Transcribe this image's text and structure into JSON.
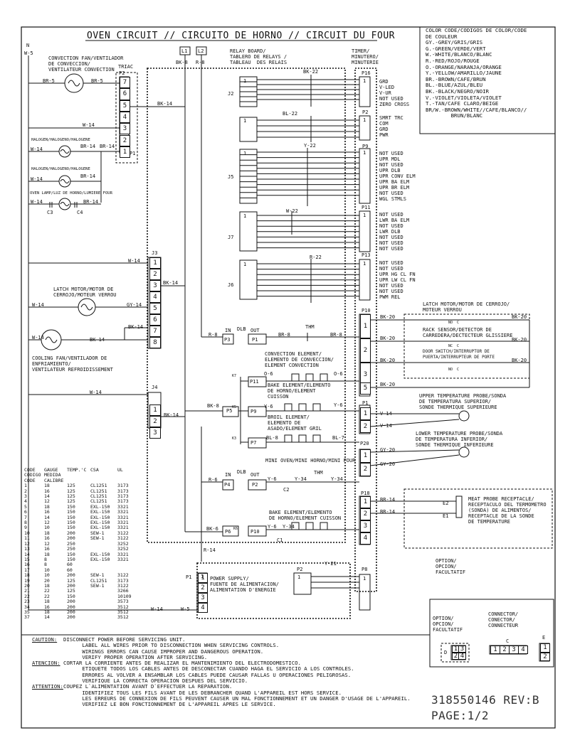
{
  "title": "OVEN CIRCUIT // CIRCUITO DE HORNO // CIRCUIT DU FOUR",
  "color_legend": [
    "COLOR CODE/CODIGOS DE COLOR/CODE",
    "DE COULEUR",
    "GY.-GREY/GRIS/GRIS",
    "G.-GREEN/VERDE/VERT",
    "W.-WHITE/BLANCO/BLANC",
    "R.-RED/ROJO/ROUGE",
    "O.-ORANGE/NARANJA/ORANGE",
    "Y.-YELLOW/AMARILLO/JAUNE",
    "BR.-BROWN/CAFE/BRUN",
    "BL.-BLUE/AZUL/BLEU",
    "BK.-BLACK/NEGRO/NOIR",
    "V.-VIOLET/VIOLETA/VIOLET",
    "T.-TAN/CAFE CLARO/BEIGE",
    "BR/W.-BROWN/WHITE//CAFE/BLANCO//",
    "        BRUN/BLANC"
  ],
  "labels": {
    "n": "N",
    "w5": "W-5",
    "triac": "TRIAC",
    "p2": "P2",
    "p1": "P1",
    "conv_fan": "CONVECTION FAN/VENTILADOR\nDE CONVECCION/\nVENTILATEUR CONVECTION",
    "halogen1": "HALOGEN/HALOGENO/HALOGENE",
    "halogen2": "HALOGEN/HALOGENO/HALOGENE",
    "oven_lamp": "OVEN LAMP/LUZ DE HORNO/LUMIERE FOUR",
    "c3": "C3",
    "c4": "C4",
    "l1": "L1",
    "l2": "L2",
    "bk8_top": "BK-8",
    "r8_top": "R-8",
    "relay_board": "RELAY BOARD/\nTABLERO DE RELAYS /\nTABLEAU  DES RELAIS",
    "timer": "TIMER/\nMINUTERO/\nMINUTERIE",
    "j2": "J2",
    "j5": "J5",
    "j7": "J7",
    "j6": "J6",
    "j3": "J3",
    "j4": "J4",
    "bk22": "BK-22",
    "bl22": "BL-22",
    "y22": "Y-22",
    "w22": "W-22",
    "r22": "R-22",
    "p16": "P16",
    "p2r": "P2",
    "p9": "P9",
    "p11": "P11",
    "p13": "P13",
    "p10": "P10",
    "p1r": "P1",
    "p20": "P20",
    "p18": "P18",
    "p8": "P8",
    "p16_pins": "GRD\nV-LED\nV-UR\nNOT USED\nZERO CROSS",
    "p2_pins": "SMRT TRC\nCOM\nGRD\nPWR",
    "p9_pins": "NOT USED\nUPR MDL\nNOT USED\nUPR DLB\nUPR CONV ELM\nUPR BA ELM\nUPR BR ELM\nNOT USED\nWGL STMLS",
    "p11_pins": "NOT USED\nLWR BA ELM\nNOT USED\nLWR DLB\nNOT USED\nNOT USED\nNOT USED",
    "p13_pins": "NOT USED\nNOT USED\nUPR HG CL FN\nUPR LW CL FN\nNOT USED\nNOT USED\nPWM REL",
    "bk14_p2": "BK-14",
    "w14_mid": "W-14",
    "w14_a": "W-14",
    "br14_a": "BR-14",
    "br14_b": "BR-14",
    "w14_b": "W-14",
    "br14_c": "BR-14",
    "w14_c": "W-14",
    "br14_d": "BR-14",
    "br5_a": "BR-5",
    "br5_b": "BR-5",
    "w14_j3": "W-14",
    "latch_motor": "LATCH MOTOR/MOTOR DE\nCERROJO/MOTEUR VERROU",
    "w14_latch": "W-14",
    "gy14": "GY-14",
    "w14_cool": "W-14",
    "bk14_cool": "BK-14",
    "bk14_j3a": "BK-14",
    "bk14_j3b": "BK-14",
    "cooling_fan": "COOLING FAN/VENTILADOR DE\nENFRIAMIENTO/\nVENTILATEUR REFROIDISSEMENT",
    "w14_j4": "W-14",
    "bk14_j4": "BK-14",
    "bk8_p5": "BK-8",
    "p5": "P5",
    "in1": "IN",
    "dlb1": "DLB",
    "out1": "OUT",
    "r8_p3": "R-8",
    "p3": "P3",
    "p1_dlb": "P1",
    "br8_a": "BR-8",
    "thm1": "THM",
    "br8_b": "BR-8",
    "conv_elem": "CONVECTION ELEMENT/\nELEMENTO DE CONVECCION/\nELEMENT CONVECTION",
    "o6_a": "O-6",
    "o6_b": "O-6",
    "k7": "K7",
    "p11_relay": "P11",
    "bake_elem_u": "BAKE ELEMENT/ELEMENTO\nDE HORNO/ELEMENT\nCUISSON",
    "k5": "K5",
    "p9_relay": "P9",
    "y6_a": "Y-6",
    "y6_b": "Y-6",
    "broil": "BROIL ELEMENT/\nELEMENTO DE\nASADO/ELEMENT GRIL",
    "k3": "K3",
    "p7_relay": "P7",
    "bl8": "BL-8",
    "bl7": "BL-7",
    "mini_oven": "MINI OVEN/MINI HORNO/MINI FOUR",
    "in2": "IN",
    "dlb2": "DLB",
    "out2": "OUT",
    "r6": "R-6",
    "p4": "P4",
    "p2_dlb": "P2",
    "y6_c": "Y-6",
    "y34_a": "Y-34",
    "thm2": "THM",
    "y34_b": "Y-34",
    "c2": "C2",
    "bake_elem_l": "BAKE ELEMENT/ELEMENTO\nDE HORNO/ELEMENT CUISSON",
    "bk6": "BK-6",
    "p6": "P6",
    "k6": "K6",
    "p10_relay": "P10",
    "y6_d": "Y-6",
    "y34_c": "Y-34",
    "c1": "C1",
    "r14": "R-14",
    "latch_motor_r": "LATCH MOTOR/MOTOR DE CERROJO/\nMOTEUR VERROU",
    "bk20_a": "BK-20",
    "bk20_b": "BK-20",
    "rack_sensor": "RACK SENSOR/DETECTOR DE\nCARREDERA/DECTECTEUR GLISSIERE",
    "bk20_c": "BK-20",
    "bk20_d": "BK-20",
    "door_switch": "DOOR SWITCH/INTERRUPTOR DE\nPUERTA/INTERRUPTEUR DE PORTE",
    "bk20_e": "BK-20",
    "bk20_f": "BK-20",
    "bk20_g": "BK-20",
    "no_c": "NO  C",
    "nc_c": "NC  C",
    "no_c2": "NO  C",
    "upper_probe": "UPPER TEMPERATURE PROBE/SONDA\nDE TEMPERATURA SUPERIOR/\nSONDE THERMIQUE SUPERIEURE",
    "v14_a": "V-14",
    "v14_b": "V-14",
    "lower_probe": "LOWER TEMPERATURE PROBE/SONDA\nDE TEMPERATURA INFERIOR/\nSONDE THERMIQUE INFERIEURE",
    "gy20_a": "GY-20",
    "gy20_b": "GY-20",
    "br14_e": "BR-14",
    "br14_f": "BR-14",
    "e2": "E2",
    "e1": "E1",
    "meat_probe": "MEAT PROBE RECEPTACLE/\nRECEPTACULO DEL TERMOMETRO\n(SONDA) DE ALIMENTOS/\nRECEPTACLE DE LA SONDE\nDE TEMPERATURE",
    "option_r": "OPTION/\nOPCION/\nFACULTATIF",
    "y21": "Y-21",
    "p1_ps": "P1",
    "p2_ps": "P2",
    "power_supply": "POWER SUPPLY/\nFUENTE DE ALIMENTACION/\nALIMENTATION D'ENERGIE",
    "w14_ps": "W-14",
    "w5_ps": "W-5",
    "option_box": "OPTION/\nOPCION/\nFACULTATIF",
    "connector": "CONNECTOR/\nCONECTOR/\nCONNECTEUR",
    "conn_c": "C",
    "conn_d": "D",
    "conn_e": "E"
  },
  "gauge_table": {
    "headers": [
      [
        "CODE",
        "GAUGE",
        "TEMP.'C",
        "CSA",
        "UL"
      ],
      [
        "CODIGO",
        "MEDIDA",
        "",
        "",
        ""
      ],
      [
        "CODE",
        "CALIBRE",
        "",
        "",
        ""
      ]
    ],
    "rows": [
      [
        "1",
        "18",
        "125",
        "CL1251",
        "3173"
      ],
      [
        "2",
        "16",
        "125",
        "CL1251",
        "3173"
      ],
      [
        "3",
        "14",
        "125",
        "CL1251",
        "3173"
      ],
      [
        "4",
        "12",
        "125",
        "CL1251",
        "3173"
      ],
      [
        "5",
        "18",
        "150",
        "EXL-150",
        "3321"
      ],
      [
        "6",
        "16",
        "150",
        "EXL-150",
        "3321"
      ],
      [
        "7",
        "14",
        "150",
        "EXL-150",
        "3321"
      ],
      [
        "8",
        "12",
        "150",
        "EXL-150",
        "3321"
      ],
      [
        "9",
        "10",
        "150",
        "EXL-150",
        "3321"
      ],
      [
        "10",
        "18",
        "200",
        "SEW-1",
        "3122"
      ],
      [
        "11",
        "16",
        "200",
        "SEW-1",
        "3122"
      ],
      [
        "12",
        "12",
        "250",
        "",
        "3252"
      ],
      [
        "13",
        "16",
        "250",
        "",
        "3252"
      ],
      [
        "14",
        "18",
        "150",
        "EXL-150",
        "3321"
      ],
      [
        "15",
        "8",
        "150",
        "EXL-150",
        "3321"
      ],
      [
        "16",
        "8",
        "60",
        "",
        ""
      ],
      [
        "17",
        "10",
        "60",
        "",
        ""
      ],
      [
        "18",
        "10",
        "200",
        "SEW-1",
        "3122"
      ],
      [
        "19",
        "20",
        "125",
        "CL1251",
        "3173"
      ],
      [
        "20",
        "18",
        "200",
        "SEW-1",
        "3122"
      ],
      [
        "21",
        "22",
        "125",
        "",
        "3266"
      ],
      [
        "22",
        "22",
        "150",
        "",
        "10109"
      ],
      [
        "23",
        "18",
        "200",
        "",
        "3573"
      ],
      [
        "34",
        "16",
        "200",
        "",
        "3512"
      ],
      [
        "35",
        "18",
        "200",
        "",
        "3512"
      ],
      [
        "37",
        "14",
        "200",
        "",
        "3512"
      ]
    ]
  },
  "caution": [
    {
      "label": "CAUTION:",
      "text": "DISCONNECT POWER BEFORE SERVICING UNIT."
    },
    {
      "label": "",
      "text": "      LABEL ALL WIRES PRIOR TO DISCONNECTION WHEN SERVICING CONTROLS."
    },
    {
      "label": "",
      "text": "      WIRINGS ERRORS CAN CAUSE IMPROPER AND DANGEROUS OPERATION."
    },
    {
      "label": "",
      "text": "      VERIFY PROPER OPERATION AFTER SERVICING."
    },
    {
      "label": "ATENCION:",
      "text": "CORTAR LA CORRIENTE ANTES DE REALIZAR EL MANTENIMIENTO DEL ELECTRODOMESTICO."
    },
    {
      "label": "",
      "text": "      ETIQUETE TODOS LOS CABLES ANTES DE DESCONECTAR CUANDO HAGA EL SERVICIO A LOS CONTROLES."
    },
    {
      "label": "",
      "text": "      ERRORES AL VOLVER A ENSAMBLAR LOS CABLES PUEDE CAUSAR FALLAS U OPERACIONES PELIGROSAS."
    },
    {
      "label": "",
      "text": "      VERIFIQUE LA CORRECTA OPERACION DESPUES DEL SERVICIO."
    },
    {
      "label": "ATTENTION:",
      "text": "COUPEZ L`ALIMENTATION AVANT D`EFFECTUER LA REPARATION."
    },
    {
      "label": "",
      "text": "      IDENTIFIEZ TOUS LES FILS AVANT DE LES DEBRANCHER QUAND L'APPAREIL EST HORS SERVICE."
    },
    {
      "label": "",
      "text": "      LES ERREURS DE CONNEXION DE FILS PEUVENT CAUSER UN MAL FONCTIONNEMENT ET UN DANGER D'USAGE DE L'APPAREIL."
    },
    {
      "label": "",
      "text": "      VERIFIEZ LE BON FONCTIONNEMENT DE L'APPAREIL APRES LE SERVICE."
    }
  ],
  "part_number": "318550146 REV:B",
  "page": "PAGE:1/2"
}
